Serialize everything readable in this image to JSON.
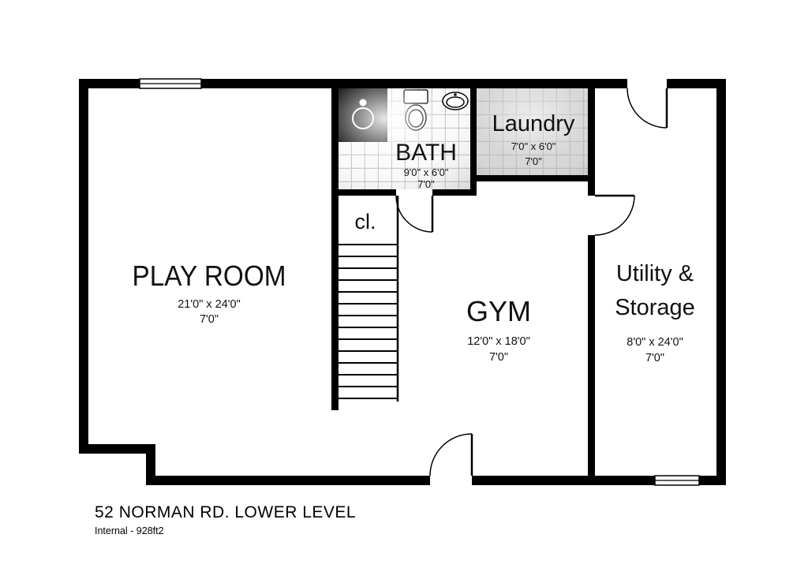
{
  "plan": {
    "title": "52 NORMAN RD. LOWER LEVEL",
    "subtitle": "Internal - 928ft2",
    "rooms": {
      "play_room": {
        "name": "PLAY ROOM",
        "dims": "21'0\" x 24'0\"",
        "ceiling": "7'0\""
      },
      "gym": {
        "name": "GYM",
        "dims": "12'0\" x 18'0\"",
        "ceiling": "7'0\""
      },
      "utility": {
        "name_line1": "Utility &",
        "name_line2": "Storage",
        "dims": "8'0\" x 24'0\"",
        "ceiling": "7'0\""
      },
      "bath": {
        "name": "BATH",
        "dims": "9'0\" x 6'0\"",
        "ceiling": "7'0\""
      },
      "laundry": {
        "name": "Laundry",
        "dims": "7'0\" x 6'0\"",
        "ceiling": "7'0\""
      },
      "closet": {
        "name": "cl."
      }
    },
    "colors": {
      "wall": "#000000",
      "bath_tile": "#fafafa",
      "tile_grid": "#c9c9c9",
      "laundry_tile": "#d7d7d7",
      "laundry_grid": "#bdbdbd",
      "text": "#111111",
      "background": "#ffffff"
    }
  }
}
